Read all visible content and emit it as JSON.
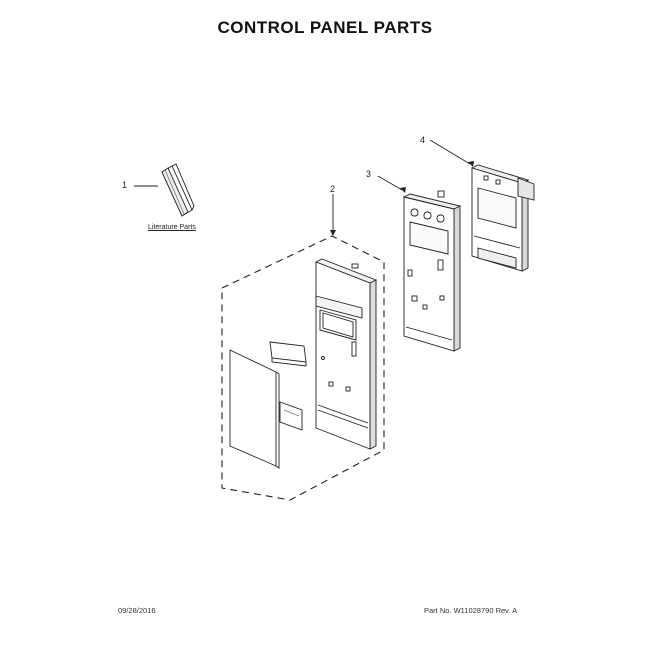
{
  "header": {
    "title": "CONTROL PANEL PARTS"
  },
  "callouts": [
    {
      "number": "1",
      "part": "literature"
    },
    {
      "number": "2",
      "part": "control-panel-assembly"
    },
    {
      "number": "3",
      "part": "control-bracket"
    },
    {
      "number": "4",
      "part": "control-board-bracket"
    }
  ],
  "literature_label": "Literature Parts",
  "footer": {
    "date": "09/28/2016",
    "part_number": "Part No. W11028790  Rev. A"
  }
}
